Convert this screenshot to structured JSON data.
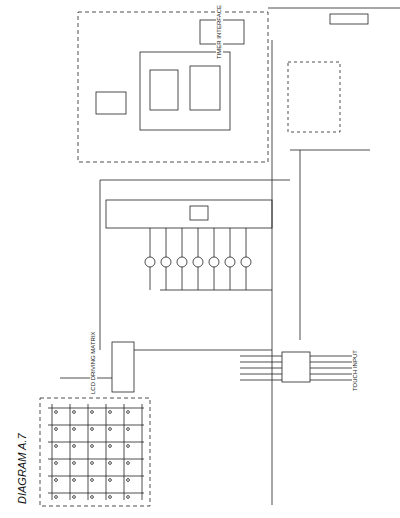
{
  "diagram": {
    "title": "DIAGRAM A.7",
    "labels": [
      "TIMER INTERFACE",
      "LCD DRIVING MATRIX",
      "TOUCH INPUT"
    ]
  }
}
